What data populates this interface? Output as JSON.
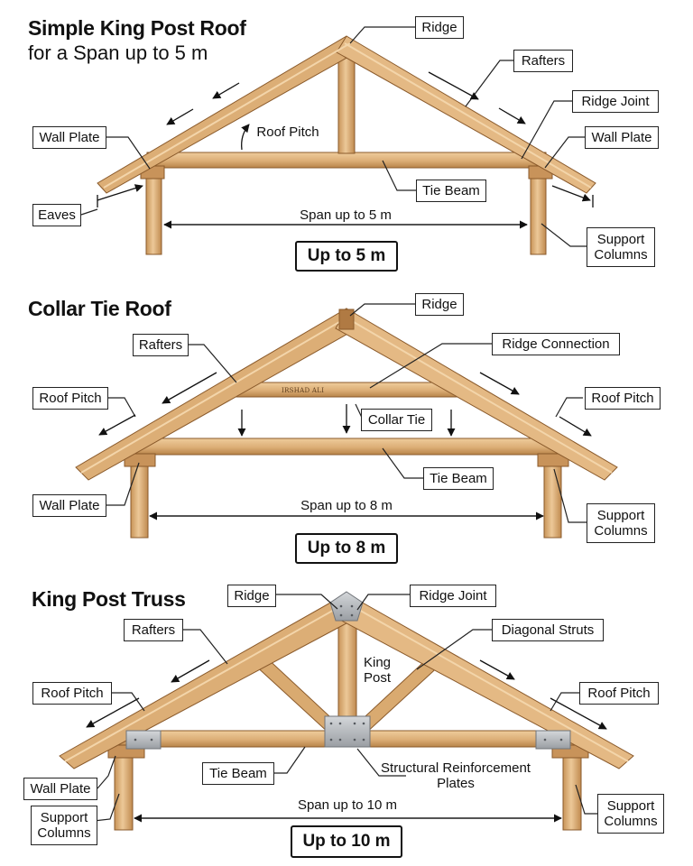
{
  "colors": {
    "wood": "#dcae76",
    "wood_light": "#ecc898",
    "wood_dark": "#b07a43",
    "wood_edge": "#8a5a2b",
    "steel": "#b9bcc0",
    "leader": "#222222"
  },
  "sections": [
    {
      "title": "Simple King Post Roof",
      "subtitle": "for a Span up to 5 m",
      "span_label": "Span up to 5 m",
      "span_box": "Up to 5 m",
      "labels": {
        "ridge": "Ridge",
        "rafters": "Rafters",
        "ridge_joint": "Ridge Joint",
        "wall_plate_left": "Wall Plate",
        "wall_plate_right": "Wall Plate",
        "roof_pitch": "Roof Pitch",
        "eaves": "Eaves",
        "tie_beam": "Tie Beam",
        "support_columns": "Support Columns"
      }
    },
    {
      "title": "Collar Tie Roof",
      "span_label": "Span up to 8 m",
      "span_box": "Up to 8 m",
      "stamp": "IRSHAD ALI",
      "labels": {
        "ridge": "Ridge",
        "rafters": "Rafters",
        "ridge_connection": "Ridge Connection",
        "roof_pitch_left": "Roof Pitch",
        "roof_pitch_right": "Roof Pitch",
        "collar_tie": "Collar Tie",
        "tie_beam": "Tie Beam",
        "wall_plate": "Wall Plate",
        "support_columns": "Support Columns"
      }
    },
    {
      "title": "King Post Truss",
      "span_label": "Span up to 10 m",
      "span_box": "Up to 10 m",
      "labels": {
        "ridge": "Ridge",
        "ridge_joint": "Ridge Joint",
        "rafters": "Rafters",
        "diagonal_struts": "Diagonal Struts",
        "king_post": "King Post",
        "roof_pitch_left": "Roof Pitch",
        "roof_pitch_right": "Roof Pitch",
        "wall_plate": "Wall Plate",
        "tie_beam": "Tie Beam",
        "structural_plates": "Structural Reinforcement Plates",
        "support_columns_left": "Support Columns",
        "support_columns_right": "Support Columns"
      }
    }
  ]
}
